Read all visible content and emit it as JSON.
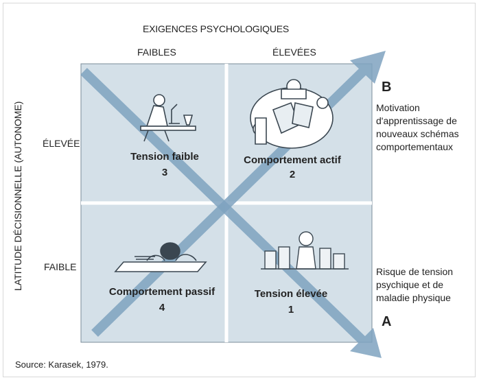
{
  "diagram": {
    "x_axis_title": "EXIGENCES PSYCHOLOGIQUES",
    "x_labels": {
      "low": "FAIBLES",
      "high": "ÉLEVÉES"
    },
    "y_axis_title": "LATITUDE DÉCISIONNELLE (AUTONOME)",
    "y_labels": {
      "high": "ÉLEVÉE",
      "low": "FAIBLE"
    },
    "quadrants": [
      {
        "title": "Tension faible",
        "number": "3",
        "icon": "scientist-microscope-icon"
      },
      {
        "title": "Comportement actif",
        "number": "2",
        "icon": "meeting-table-icon"
      },
      {
        "title": "Comportement passif",
        "number": "4",
        "icon": "head-down-desk-icon"
      },
      {
        "title": "Tension élevée",
        "number": "1",
        "icon": "stressed-worker-papers-icon"
      }
    ],
    "diagonals": {
      "B": {
        "letter": "B",
        "text": "Motivation d'apprentissage de nouveaux schémas comportementaux"
      },
      "A": {
        "letter": "A",
        "text": "Risque de tension psychique et de maladie physique"
      }
    },
    "source": "Source: Karasek, 1979.",
    "colors": {
      "grid_fill": "#d4e0e8",
      "grid_line": "#ffffff",
      "arrow": "#7fa3c0"
    }
  }
}
